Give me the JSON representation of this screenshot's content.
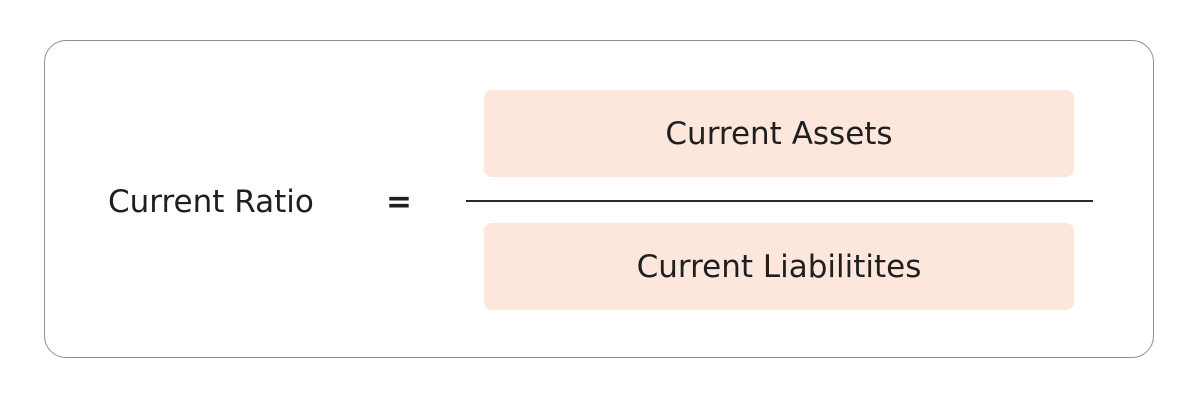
{
  "formula": {
    "lhs": "Current Ratio",
    "operator": "=",
    "numerator": "Current Assets",
    "denominator": "Current Liabilitites"
  },
  "colors": {
    "term_box_fill": "#fde7dd",
    "border": "#8f8f8f",
    "text": "#1f1f1f"
  }
}
